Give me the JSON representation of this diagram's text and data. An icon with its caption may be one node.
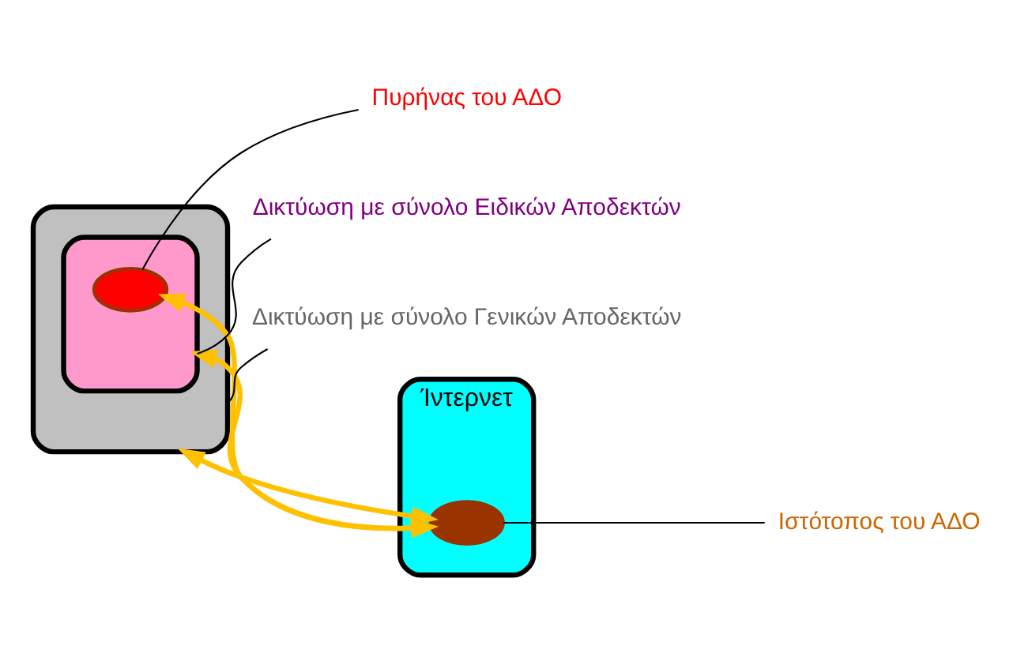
{
  "diagram": {
    "nodes": [
      {
        "text": [
          "Ίντερνετ"
        ]
      },
      {
        "text": [],
        "shape": "circle",
        "in": 0
      },
      {
        "text": [],
        "shape": "box"
      },
      {
        "text": [],
        "shape": "box",
        "in": 2
      },
      {
        "text": [],
        "shape": "circle",
        "in": 3
      },
      {
        "text": [
          "Ιστότοπος του ΑΔΟ"
        ]
      },
      {
        "text": [
          "Πυρήνας του ΑΔΟ"
        ]
      },
      {
        "text": [
          "Δικτύωση με σύνολο Ειδικών Αποδεκτών"
        ]
      },
      {
        "text": [
          "Δικτύωση με σύνολο Γενικών Αποδεκτών"
        ]
      }
    ],
    "edges": [
      {
        "from": 1,
        "to": 4,
        "arrow": "both",
        "style": "thick",
        "color": "#ffc000"
      },
      {
        "from": 1,
        "to": 3,
        "arrow": "both",
        "style": "thick",
        "color": "#ffc000"
      },
      {
        "from": 1,
        "to": 2,
        "arrow": "both",
        "style": "thick",
        "color": "#ffc000"
      },
      {
        "from": 5,
        "to": 1,
        "arrow": "none"
      },
      {
        "from": 6,
        "to": 4,
        "arrow": "none"
      },
      {
        "from": 7,
        "to": 3,
        "arrow": "none"
      },
      {
        "from": 8,
        "to": 2,
        "arrow": "none"
      }
    ]
  }
}
